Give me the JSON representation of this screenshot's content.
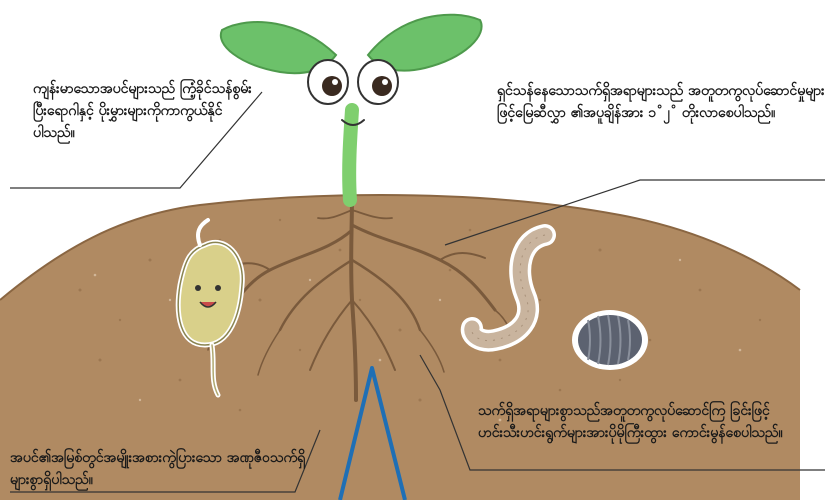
{
  "captions": {
    "leaves": "ကျန်းမာသောအပင်များသည် ကြံ့ခိုင်သန်စွမ်းပြီးရောဂါနှင့် ပိုးမွှားများကိုကာကွယ်နိုင် ပါသည်။",
    "roots": "ရှင်သန်နေသောသက်ရှိအရာများသည် အတူတကွလုပ်ဆောင်မှုများဖြင့်မြေဆီလွှာ ၏အပူချိန်အား ၁˚၂˚ တိုးလာစေပါသည်။",
    "fungi": "သက်ရှိအရာများစွာသည်အတူတကွလုပ်ဆောင်ကြ ခြင်းဖြင့်ဟင်းသီးဟင်းရွက်များအားပိုမိုကြီးထွား ကောင်းမွန်စေပါသည်။",
    "diversity": "အပင်၏အမြစ်တွင်အမျိုးအစားကွဲပြားသော အဏုဇီဝသက်ရှိများစွာရှိပါသည်။"
  },
  "colors": {
    "soil": "#b08a62",
    "soil_dark": "#8a6642",
    "leaf": "#6cc16a",
    "stem": "#7fcf6e",
    "root": "#7a5a3c",
    "worm": "#c9b49e",
    "pillbug": "#5c6270",
    "microbe": "#d9d08a",
    "pointer": "#1f6fb5",
    "caption_text": "#1a1a1a",
    "caption_line": "#333333"
  },
  "icons": [
    "sprout-leaf-icon",
    "eye-icon",
    "earthworm-icon",
    "pillbug-icon",
    "microbe-icon",
    "pointer-icon"
  ]
}
